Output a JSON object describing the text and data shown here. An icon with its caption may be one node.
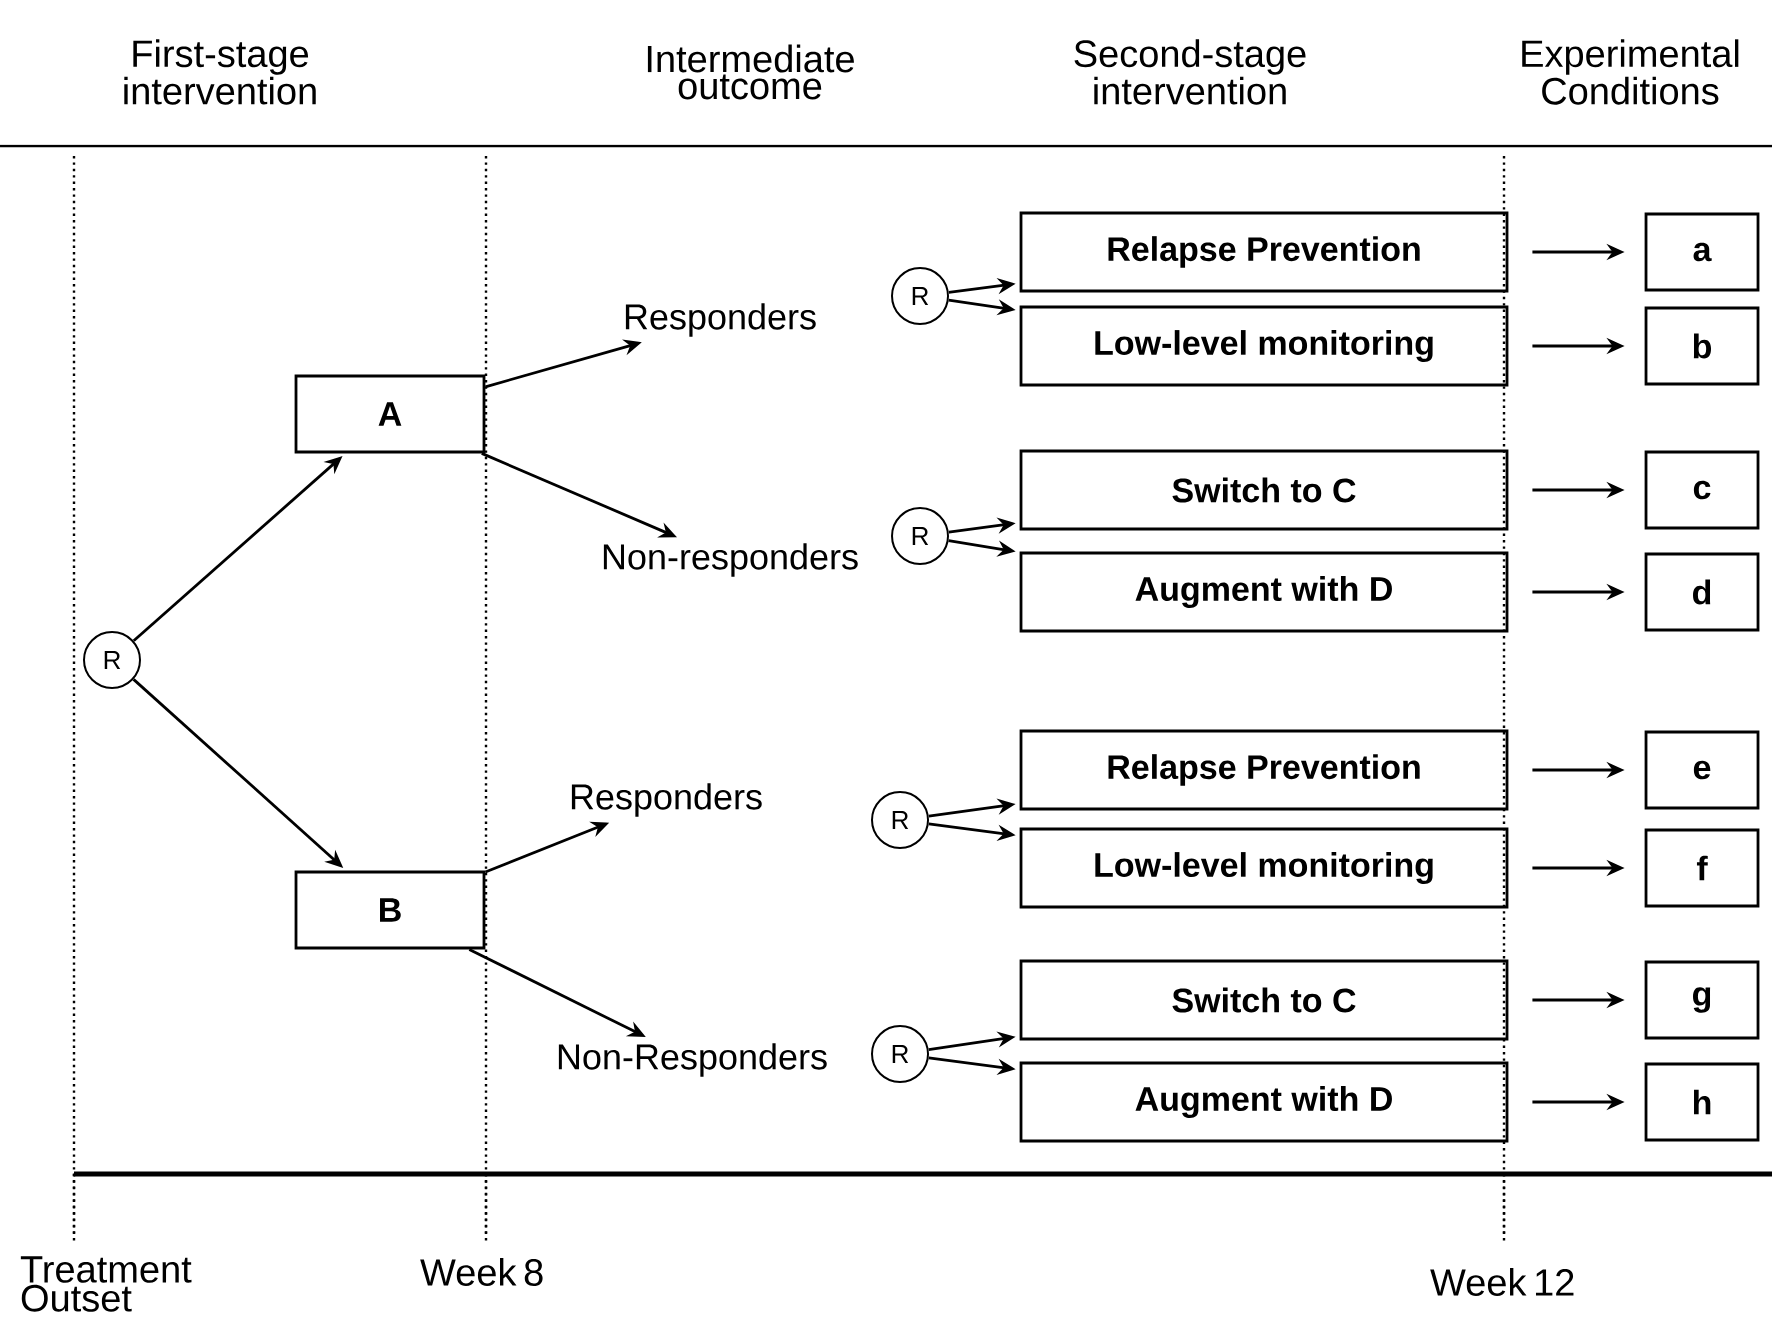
{
  "diagram": {
    "nodes": [
      {
        "text": [
          "R"
        ]
      },
      {
        "text": [
          "A"
        ]
      },
      {
        "text": [
          "B"
        ]
      },
      {
        "text": [
          "Responders"
        ]
      },
      {
        "text": [
          "Non-responders"
        ]
      },
      {
        "text": [
          "Responders"
        ]
      },
      {
        "text": [
          "Non-Responders"
        ]
      },
      {
        "text": [
          "R"
        ]
      },
      {
        "text": [
          "R"
        ]
      },
      {
        "text": [
          "R"
        ]
      },
      {
        "text": [
          "R"
        ]
      },
      {
        "text": [
          "Relapse Prevention"
        ]
      },
      {
        "text": [
          "Low-level monitoring"
        ]
      },
      {
        "text": [
          "Switch to C"
        ]
      },
      {
        "text": [
          "Augment with D"
        ]
      },
      {
        "text": [
          "Relapse Prevention"
        ]
      },
      {
        "text": [
          "Low-level monitoring"
        ]
      },
      {
        "text": [
          "Switch to C"
        ]
      },
      {
        "text": [
          "Augment with D"
        ]
      },
      {
        "text": [
          "a"
        ]
      },
      {
        "text": [
          "b"
        ]
      },
      {
        "text": [
          "c"
        ]
      },
      {
        "text": [
          "d"
        ]
      },
      {
        "text": [
          "e"
        ]
      },
      {
        "text": [
          "f"
        ]
      },
      {
        "text": [
          "g"
        ]
      },
      {
        "text": [
          "h"
        ]
      }
    ],
    "edges": [
      {
        "from": 0,
        "to": 1,
        "arrow": "to"
      },
      {
        "from": 0,
        "to": 2,
        "arrow": "to"
      },
      {
        "from": 1,
        "to": 3,
        "arrow": "to"
      },
      {
        "from": 1,
        "to": 4,
        "arrow": "to"
      },
      {
        "from": 2,
        "to": 5,
        "arrow": "to"
      },
      {
        "from": 2,
        "to": 6,
        "arrow": "to"
      },
      {
        "from": 7,
        "to": 11,
        "arrow": "to"
      },
      {
        "from": 7,
        "to": 12,
        "arrow": "to"
      },
      {
        "from": 8,
        "to": 13,
        "arrow": "to"
      },
      {
        "from": 8,
        "to": 14,
        "arrow": "to"
      },
      {
        "from": 9,
        "to": 15,
        "arrow": "to"
      },
      {
        "from": 9,
        "to": 16,
        "arrow": "to"
      },
      {
        "from": 10,
        "to": 17,
        "arrow": "to"
      },
      {
        "from": 10,
        "to": 18,
        "arrow": "to"
      },
      {
        "from": 11,
        "to": 19,
        "arrow": "to"
      },
      {
        "from": 12,
        "to": 20,
        "arrow": "to"
      },
      {
        "from": 13,
        "to": 21,
        "arrow": "to"
      },
      {
        "from": 14,
        "to": 22,
        "arrow": "to"
      },
      {
        "from": 15,
        "to": 23,
        "arrow": "to"
      },
      {
        "from": 16,
        "to": 24,
        "arrow": "to"
      },
      {
        "from": 17,
        "to": 25,
        "arrow": "to"
      },
      {
        "from": 18,
        "to": 26,
        "arrow": "to"
      }
    ],
    "labels": [
      "First-stage intervention",
      "Intermediate outcome",
      "Second-stage intervention",
      "Experimental Conditions",
      "Treatment Outset",
      "Week 8",
      "Week 12"
    ]
  }
}
